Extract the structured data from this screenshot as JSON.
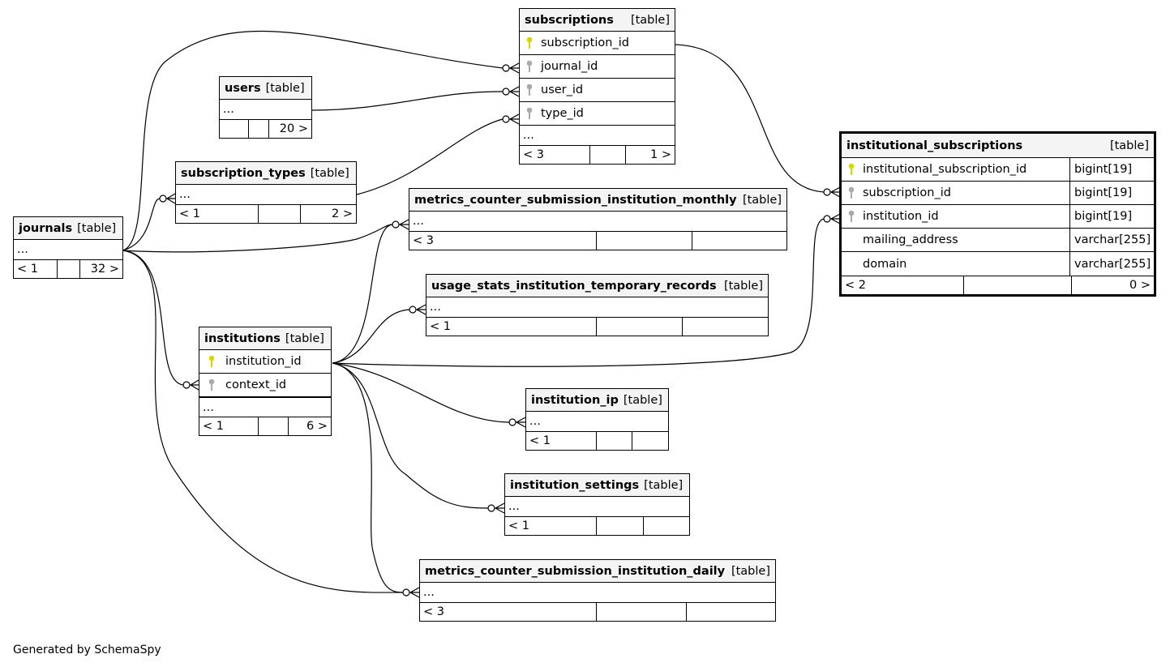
{
  "tables": {
    "subscriptions": {
      "name": "subscriptions",
      "kind": "[table]",
      "columns": [
        "subscription_id",
        "journal_id",
        "user_id",
        "type_id"
      ],
      "ellipsis": "...",
      "foot_left": "< 3",
      "foot_right": "1 >"
    },
    "users": {
      "name": "users",
      "kind": "[table]",
      "ellipsis": "...",
      "foot_right": "20 >"
    },
    "subscription_types": {
      "name": "subscription_types",
      "kind": "[table]",
      "ellipsis": "...",
      "foot_left": "< 1",
      "foot_right": "2 >"
    },
    "journals": {
      "name": "journals",
      "kind": "[table]",
      "ellipsis": "...",
      "foot_left": "< 1",
      "foot_right": "32 >"
    },
    "metrics_monthly": {
      "name": "metrics_counter_submission_institution_monthly",
      "kind": "[table]",
      "ellipsis": "...",
      "foot_left": "< 3"
    },
    "usage_stats": {
      "name": "usage_stats_institution_temporary_records",
      "kind": "[table]",
      "ellipsis": "...",
      "foot_left": "< 1"
    },
    "institutions": {
      "name": "institutions",
      "kind": "[table]",
      "columns": [
        "institution_id",
        "context_id"
      ],
      "ellipsis": "...",
      "foot_left": "< 1",
      "foot_right": "6 >"
    },
    "institution_ip": {
      "name": "institution_ip",
      "kind": "[table]",
      "ellipsis": "...",
      "foot_left": "< 1"
    },
    "institution_settings": {
      "name": "institution_settings",
      "kind": "[table]",
      "ellipsis": "...",
      "foot_left": "< 1"
    },
    "metrics_daily": {
      "name": "metrics_counter_submission_institution_daily",
      "kind": "[table]",
      "ellipsis": "...",
      "foot_left": "< 3"
    },
    "institutional_subscriptions": {
      "name": "institutional_subscriptions",
      "kind": "[table]",
      "columns": [
        {
          "name": "institutional_subscription_id",
          "type": "bigint[19]"
        },
        {
          "name": "subscription_id",
          "type": "bigint[19]"
        },
        {
          "name": "institution_id",
          "type": "bigint[19]"
        },
        {
          "name": "mailing_address",
          "type": "varchar[255]"
        },
        {
          "name": "domain",
          "type": "varchar[255]"
        }
      ],
      "foot_left": "< 2",
      "foot_right": "0 >"
    }
  },
  "footer_text": "Generated by SchemaSpy",
  "colors": {
    "primary_key": "#d8d800",
    "foreign_key": "#aaaaaa",
    "header_bg": "#f4f4f4"
  }
}
